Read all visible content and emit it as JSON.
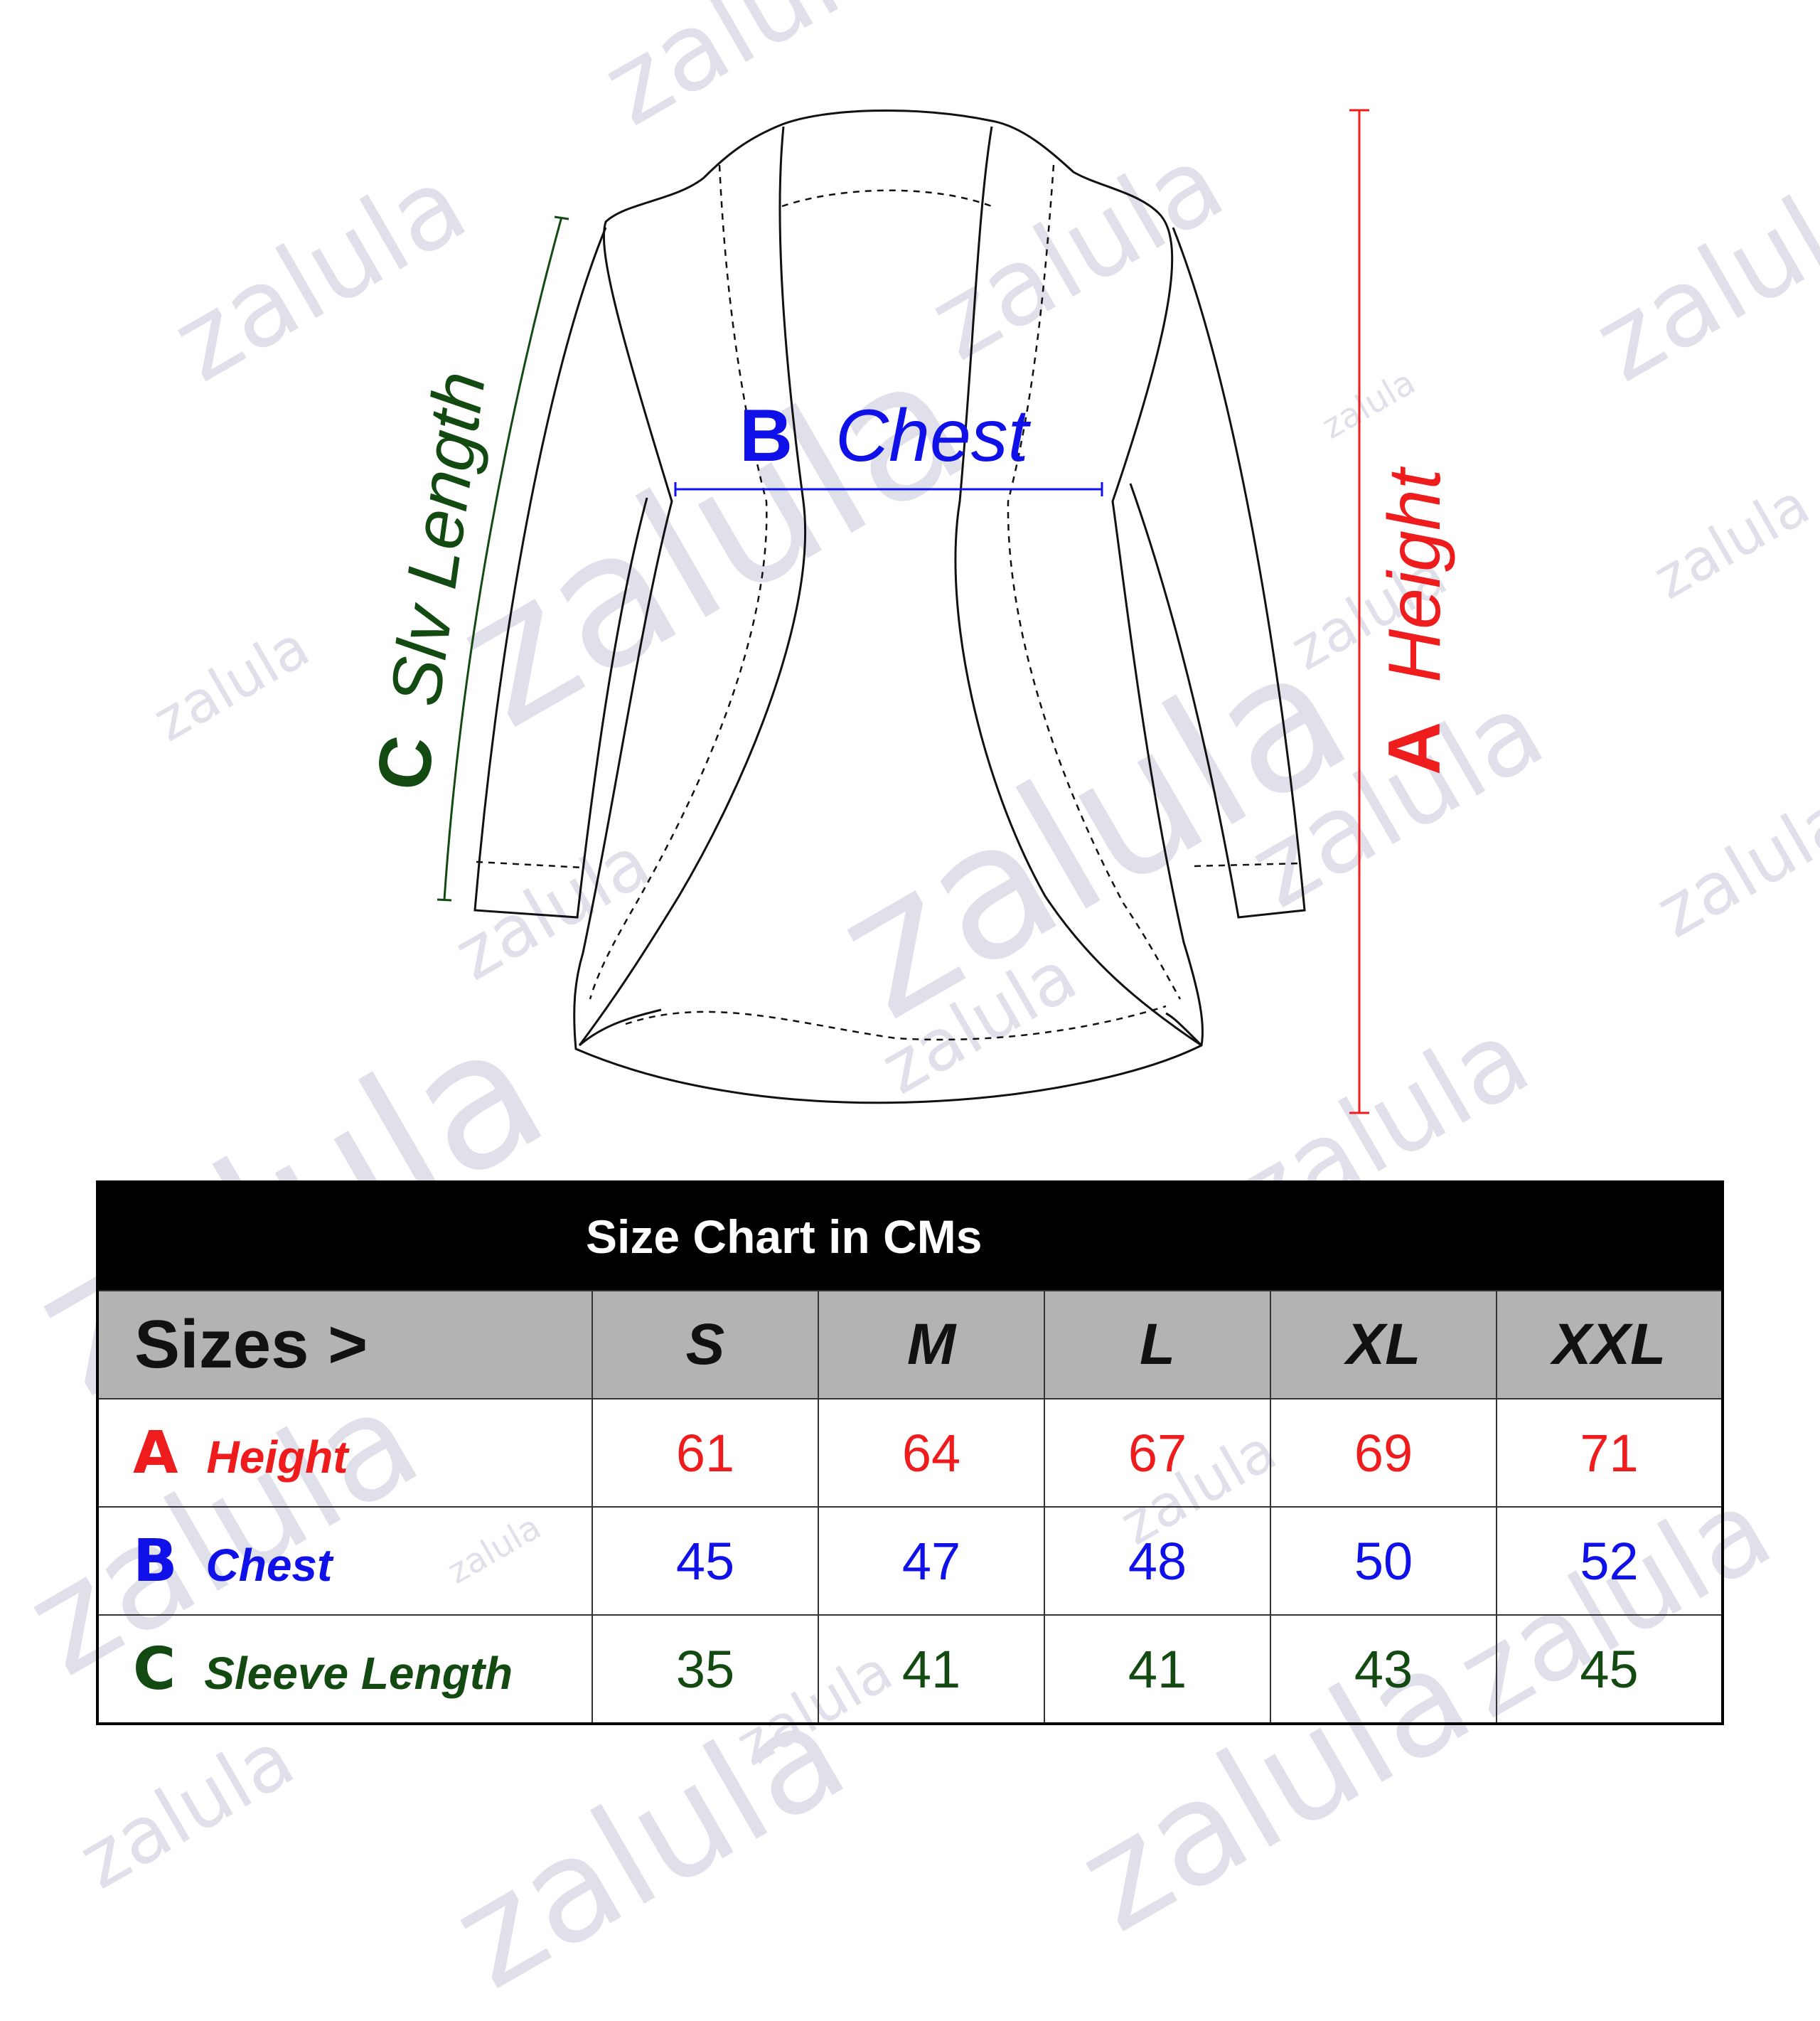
{
  "watermark": {
    "text": "zalula"
  },
  "diagram": {
    "chest": {
      "letter": "B",
      "name": "Chest"
    },
    "height": {
      "letter": "A",
      "name": "Height"
    },
    "sleeve": {
      "letter": "C",
      "name": "Slv Length"
    }
  },
  "colors": {
    "height": "#ee1c1c",
    "chest": "#1010e8",
    "sleeve": "#124a12",
    "header": "#000000",
    "subheader": "#b3b3b3"
  },
  "table": {
    "title": "Size Chart in CMs",
    "sizes_label": "Sizes >",
    "sizes": [
      "S",
      "M",
      "L",
      "XL",
      "XXL"
    ],
    "rows": [
      {
        "letter": "A",
        "name": "Height",
        "values": [
          "61",
          "64",
          "67",
          "69",
          "71"
        ]
      },
      {
        "letter": "B",
        "name": "Chest",
        "values": [
          "45",
          "47",
          "48",
          "50",
          "52"
        ]
      },
      {
        "letter": "C",
        "name": "Sleeve Length",
        "values": [
          "35",
          "41",
          "41",
          "43",
          "45"
        ]
      }
    ]
  }
}
